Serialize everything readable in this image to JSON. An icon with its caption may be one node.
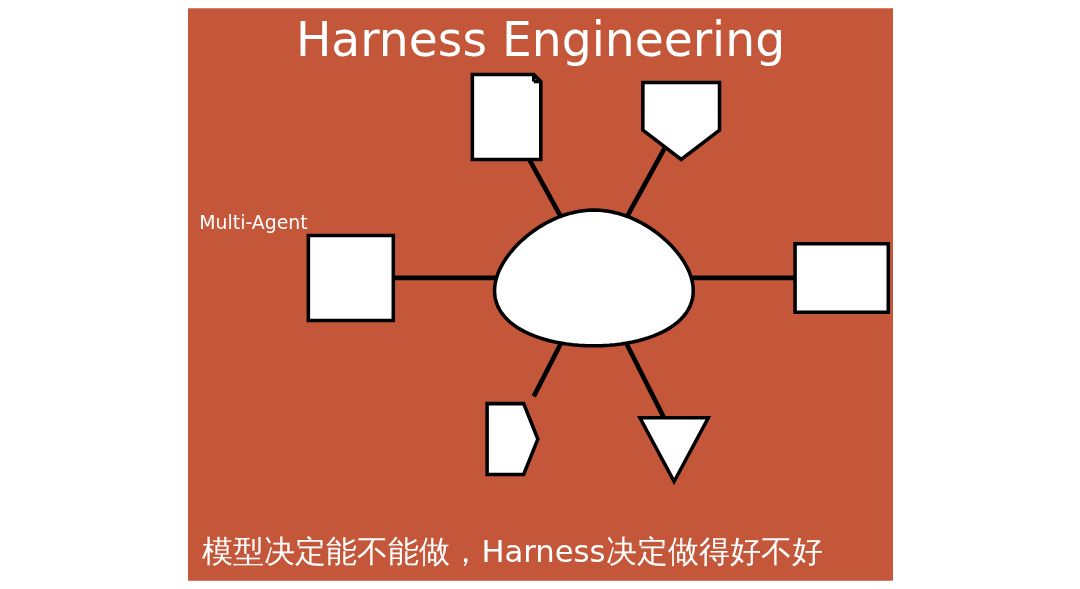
{
  "diagram": {
    "title": "Harness Engineering",
    "caption": "模型决定能不能做，Harness决定做得好不好",
    "nodes": [
      {
        "text": [],
        "shape": "scroll"
      },
      {
        "text": [],
        "shape": "shield"
      },
      {
        "text": [],
        "shape": "person",
        "beside": [
          "Multi-Agent"
        ]
      },
      {
        "text": [],
        "shape": "brain"
      },
      {
        "text": [],
        "shape": "waveform"
      },
      {
        "text": [],
        "shape": "wrench"
      },
      {
        "text": [],
        "shape": "arrows"
      }
    ],
    "edges": [
      {
        "from": 0,
        "to": 3,
        "arrow": "none"
      },
      {
        "from": 1,
        "to": 3,
        "arrow": "none"
      },
      {
        "from": 2,
        "to": 3,
        "arrow": "none"
      },
      {
        "from": 3,
        "to": 4,
        "arrow": "none"
      },
      {
        "from": 3,
        "to": 5,
        "arrow": "none"
      },
      {
        "from": 3,
        "to": 6,
        "arrow": "none"
      }
    ]
  }
}
